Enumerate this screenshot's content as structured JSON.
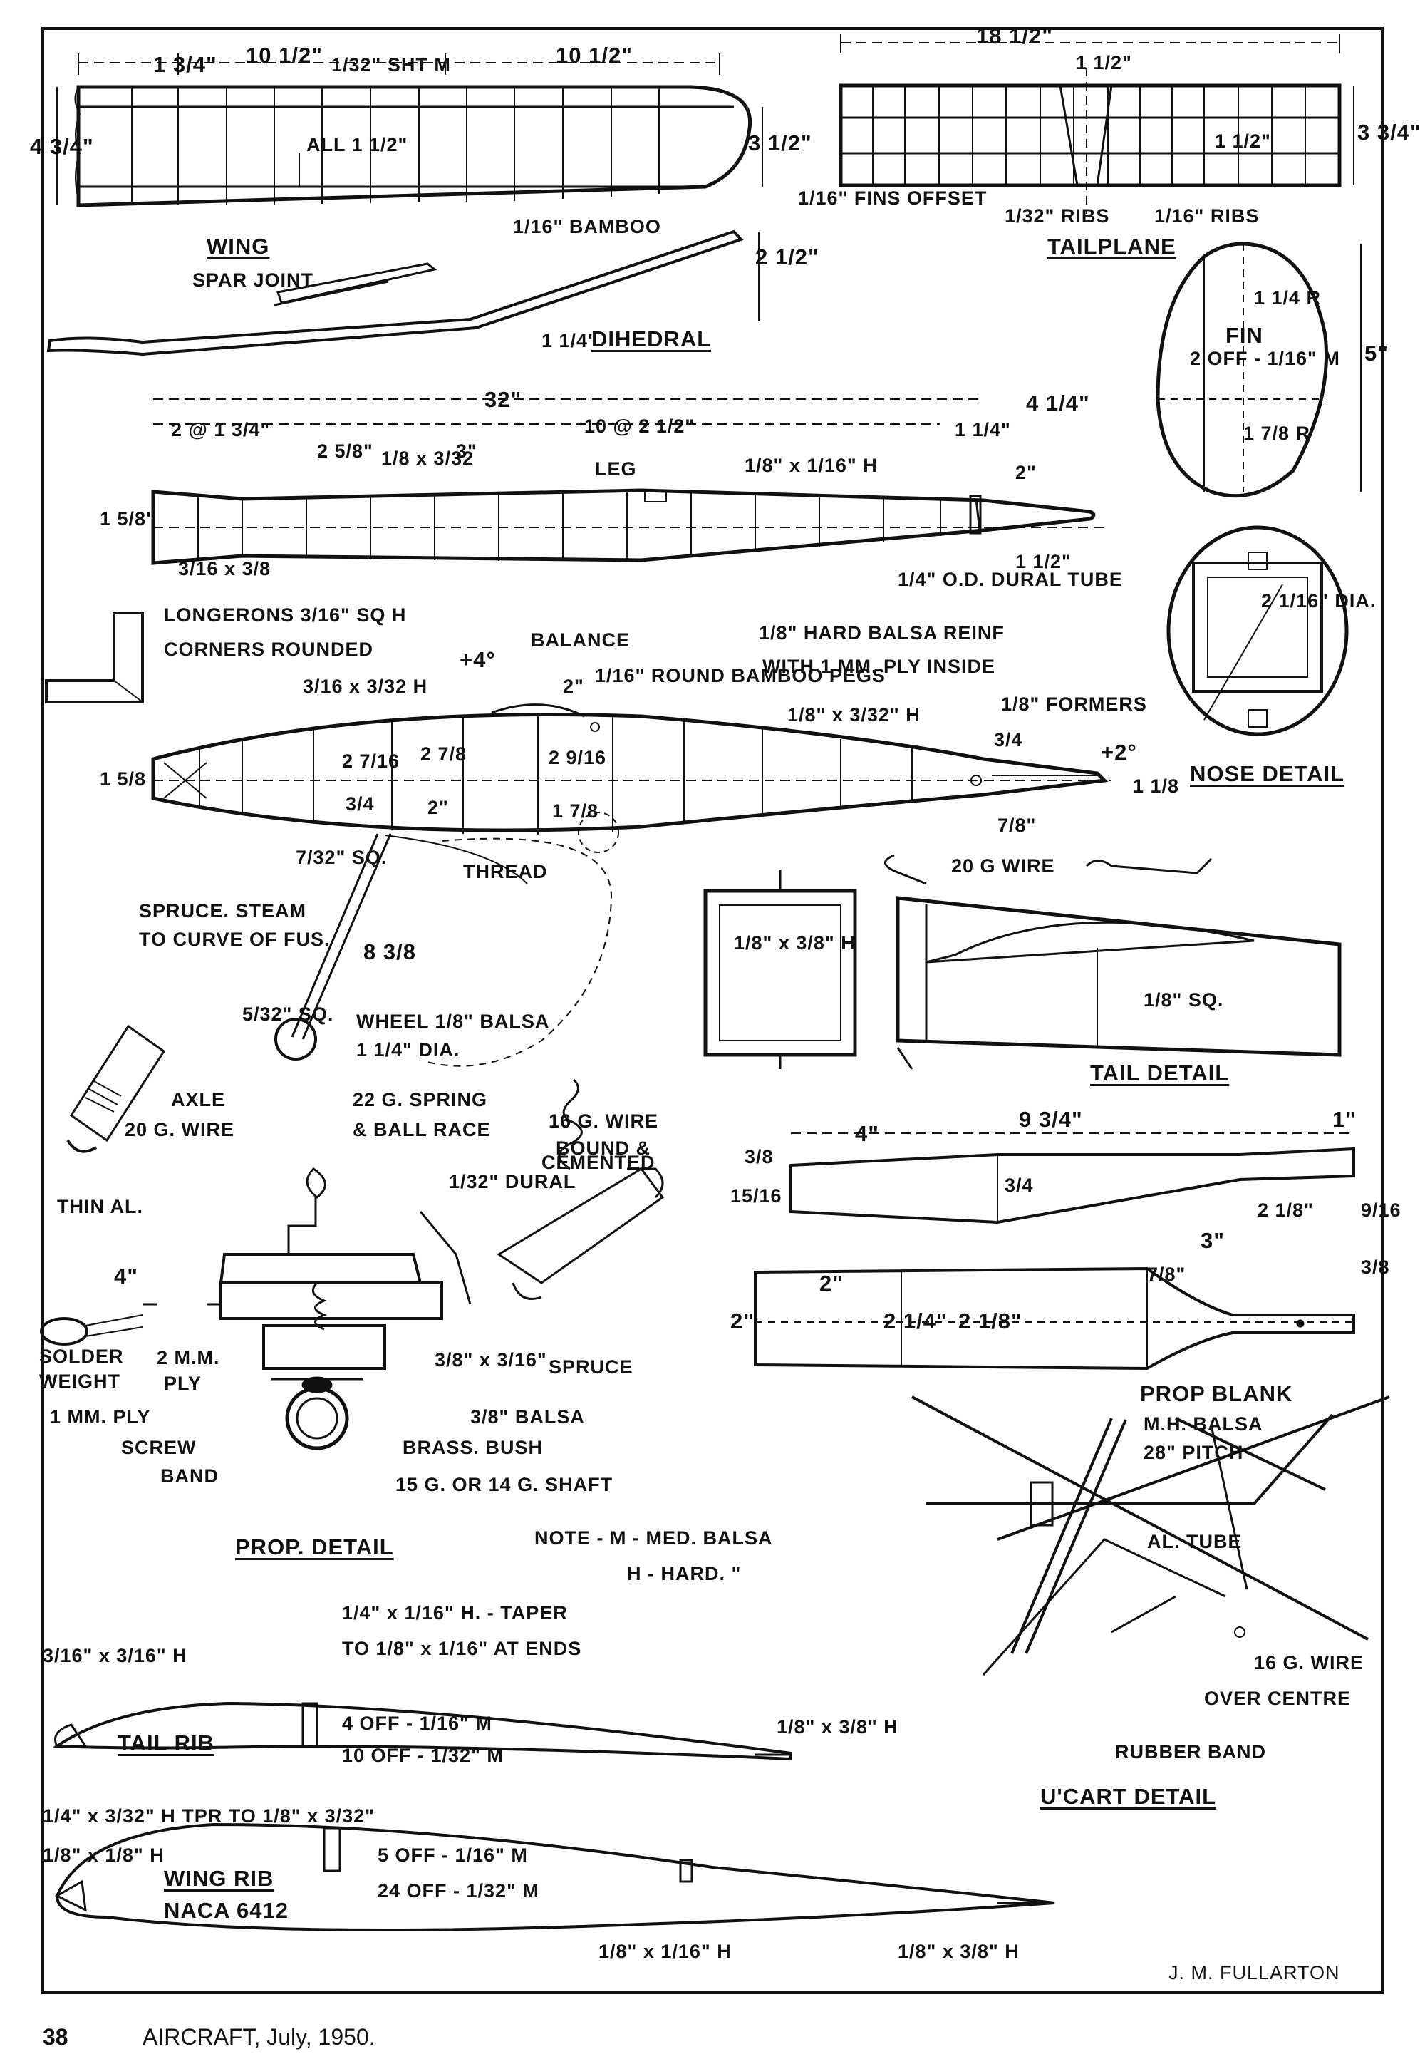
{
  "footer": {
    "page_number": "38",
    "source": "AIRCRAFT, July, 1950."
  },
  "signature": "J. M. FULLARTON",
  "wing": {
    "title": "WING",
    "spar_joint": "SPAR JOINT",
    "dims": [
      "1 3/4\"",
      "10 1/2\"",
      "1/32\" SHT M",
      "10 1/2\"",
      "4 3/4\"",
      "3 1/2\"",
      "ALL 1 1/2\""
    ],
    "bamboo": "1/16\" BAMBOO",
    "dihedral": "DIHEDRAL",
    "dihedral_dims": [
      "2 1/2\"",
      "1 1/4\""
    ]
  },
  "tailplane": {
    "title": "TAILPLANE",
    "dims": [
      "18 1/2\"",
      "1 1/2\"",
      "1 1/2\"",
      "3 3/4\""
    ],
    "fins_offset": "1/16\" FINS OFFSET",
    "ribs_32": "1/32\" RIBS",
    "ribs_16": "1/16\" RIBS"
  },
  "fin": {
    "title": "FIN",
    "off": "2 OFF - 1/16\" M",
    "r1": "1 1/4 R",
    "r2": "1 7/8 R",
    "height": "5\""
  },
  "fuselage_top": {
    "dims": [
      "32\"",
      "2 @ 1 3/4\"",
      "10 @ 2 1/2\"",
      "4 1/4\"",
      "2 5/8\"",
      "1/8 x 3/32",
      "3\"",
      "1 1/4\"",
      "2\"",
      "1 5/8\"",
      "3/16 x 3/8",
      "1 1/2\""
    ],
    "leg": "LEG",
    "longeron_h": "1/8\" x 1/16\" H",
    "dural": "1/4\" O.D. DURAL TUBE",
    "longerons": "LONGERONS 3/16\" SQ H",
    "corners": "CORNERS ROUNDED"
  },
  "fuselage_side": {
    "balance": "BALANCE",
    "plus4": "+4°",
    "plus2": "+2°",
    "dims": [
      "3/16 x 3/32 H",
      "2\"",
      "2 7/16",
      "2 7/8",
      "2 9/16",
      "3/4",
      "2\"",
      "1 7/8",
      "1 5/8",
      "1 1/8",
      "3/4",
      "7/8\""
    ],
    "pegs": "1/16\" ROUND BAMBOO PEGS",
    "hard_balsa": "1/8\" HARD BALSA REINF",
    "with_ply": "WITH 1 MM. PLY INSIDE",
    "longeron": "1/8\" x 3/32\" H",
    "formers": "1/8\" FORMERS",
    "thread": "THREAD",
    "sq": "7/32\" SQ.",
    "sq2": "5/32\" SQ.",
    "spruce1": "SPRUCE. STEAM",
    "spruce2": "TO CURVE OF FUS.",
    "leg_len": "8 3/8",
    "wheel1": "WHEEL 1/8\" BALSA",
    "wheel2": "1 1/4\" DIA.",
    "axle1": "AXLE",
    "axle2": "20 G. WIRE"
  },
  "nose": {
    "title": "NOSE DETAIL",
    "dia": "2 1/16\" DIA."
  },
  "tail": {
    "title": "TAIL DETAIL",
    "wire": "20 G WIRE",
    "box": "1/8\" x 3/8\" H",
    "sq": "1/8\" SQ."
  },
  "prop_detail": {
    "title": "PROP. DETAIL",
    "spring1": "22 G. SPRING",
    "spring2": "& BALL RACE",
    "dural": "1/32\" DURAL",
    "thin_al": "THIN AL.",
    "four": "4\"",
    "solder1": "SOLDER",
    "solder2": "WEIGHT",
    "mm2a": "2 M.M.",
    "mm2b": "PLY",
    "mm1": "1 MM. PLY",
    "screw1": "SCREW",
    "screw2": "BAND",
    "size": "3/8\" x 3/16\"",
    "balsa": "3/8\" BALSA",
    "bush": "BRASS. BUSH",
    "shaft": "15 G. OR 14 G. SHAFT",
    "wire1": "16 G. WIRE",
    "wire2": "BOUND &",
    "wire3": "CEMENTED",
    "spruce": "SPRUCE"
  },
  "prop_blank": {
    "title": "PROP BLANK",
    "mat": "M.H. BALSA",
    "pitch": "28\" PITCH",
    "dims": [
      "9 3/4\"",
      "4\"",
      "1\"",
      "3/8",
      "15/16",
      "3/4",
      "2 1/8\"",
      "9/16",
      "3\"",
      "2\"",
      "7/8\"",
      "3/8",
      "2\"",
      "2 1/4\"",
      "2 1/8\""
    ]
  },
  "note": {
    "line1": "NOTE - M - MED. BALSA",
    "line2": "H - HARD. \""
  },
  "ucart": {
    "title": "U'CART DETAIL",
    "al_tube": "AL. TUBE",
    "wire": "16 G. WIRE",
    "over": "OVER CENTRE",
    "band": "RUBBER BAND"
  },
  "tail_rib": {
    "title": "TAIL RIB",
    "left": "3/16\" x 3/16\" H",
    "spar1": "1/4\" x 1/16\" H. - TAPER",
    "spar2": "TO 1/8\" x 1/16\" AT ENDS",
    "off1": "4 OFF - 1/16\" M",
    "off2": "10 OFF - 1/32\" M",
    "te": "1/8\" x 3/8\" H"
  },
  "wing_rib": {
    "title": "WING RIB",
    "section": "NACA 6412",
    "spar": "1/4\" x 3/32\" H TPR TO 1/8\" x 3/32\"",
    "le": "1/8\" x 1/8\" H",
    "off1": "5 OFF - 1/16\" M",
    "off2": "24 OFF - 1/32\" M",
    "spar2": "1/8\" x 1/16\" H",
    "te": "1/8\" x 3/8\" H"
  }
}
